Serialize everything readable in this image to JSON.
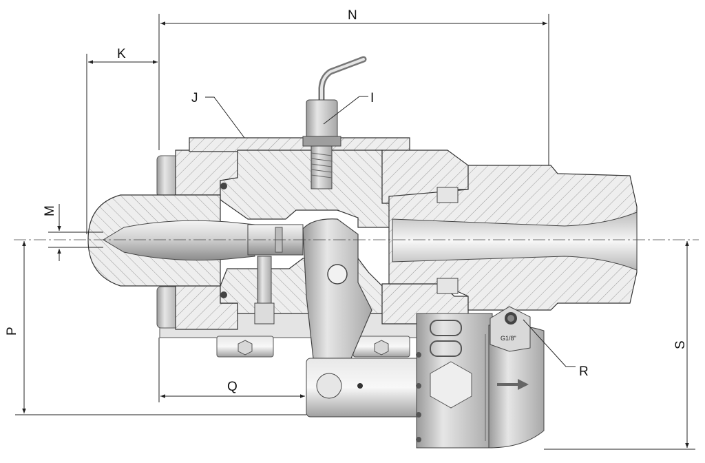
{
  "labels": {
    "N": "N",
    "K": "K",
    "J": "J",
    "I": "I",
    "M": "M",
    "P": "P",
    "Q": "Q",
    "R": "R",
    "S": "S"
  },
  "thread_marking": "G1/8\"",
  "colors": {
    "line": "#222222",
    "metal_light": "#e9e9e9",
    "metal_mid": "#c9c9c9",
    "metal_dark": "#7a7a7a",
    "hatch": "#8a8a8a"
  }
}
